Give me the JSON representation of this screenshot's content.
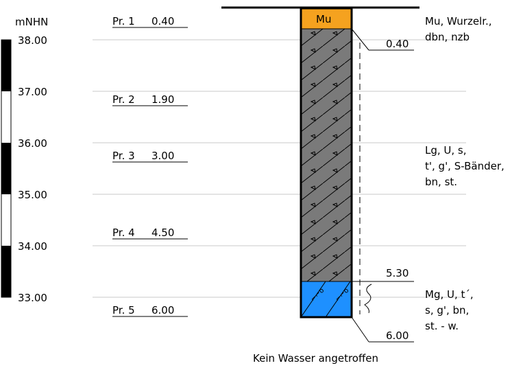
{
  "unit_label": "mNHN",
  "elevation_labels": [
    "38.00",
    "37.00",
    "36.00",
    "35.00",
    "34.00",
    "33.00"
  ],
  "samples": [
    {
      "name": "Pr. 1",
      "depth": "0.40"
    },
    {
      "name": "Pr. 2",
      "depth": "1.90"
    },
    {
      "name": "Pr. 3",
      "depth": "3.00"
    },
    {
      "name": "Pr. 4",
      "depth": "4.50"
    },
    {
      "name": "Pr. 5",
      "depth": "6.00"
    }
  ],
  "layers": {
    "topsoil": {
      "symbol": "Mu",
      "color": "#f5a21f"
    },
    "loess": {
      "color": "#7a7a7a"
    },
    "marsh": {
      "color": "#1e90ff"
    }
  },
  "depth_marks": [
    "0.40",
    "5.30",
    "6.00"
  ],
  "descriptions": {
    "topsoil": [
      "Mu, Wurzelr.,",
      "dbn, nzb"
    ],
    "loess": [
      "Lg, U, s,",
      "t', g', S-Bänder,",
      "bn, st."
    ],
    "marsh": [
      "Mg, U, t´,",
      "s, g', bn,",
      "st. - w."
    ]
  },
  "water_note": "Kein Wasser angetroffen",
  "colors": {
    "scale_black": "#000000",
    "gridline": "#c8c8c8"
  }
}
